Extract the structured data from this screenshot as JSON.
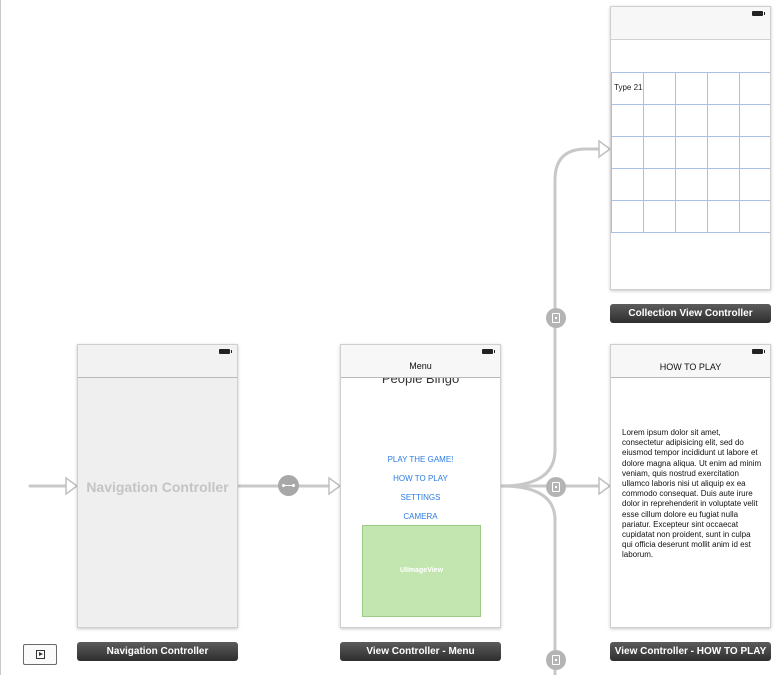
{
  "scenes": {
    "navigation": {
      "placeholder": "Navigation Controller",
      "label": "Navigation Controller"
    },
    "menu": {
      "nav_title": "Menu",
      "heading": "People Bingo",
      "buttons": [
        "PLAY THE GAME!",
        "HOW TO PLAY",
        "SETTINGS",
        "CAMERA"
      ],
      "image_view": "UIImageView",
      "label": "View Controller - Menu"
    },
    "collection": {
      "cell_text": "Type 21",
      "label": "Collection View Controller"
    },
    "howto": {
      "nav_title": "HOW TO PLAY",
      "body": "Lorem ipsum dolor sit amet, consectetur adipisicing elit, sed do eiusmod tempor incididunt ut labore et dolore magna aliqua. Ut enim ad minim veniam, quis nostrud exercitation ullamco laboris nisi ut aliquip ex ea commodo consequat. Duis aute irure dolor in reprehenderit in voluptate velit esse cillum dolore eu fugiat nulla pariatur. Excepteur sint occaecat cupidatat non proident, sunt in culpa qui officia deserunt mollit anim id est laborum.",
      "label": "View Controller - HOW TO PLAY"
    }
  },
  "icons": {
    "root_segue": "relationship-segue-icon",
    "push_segue": "push-segue-icon",
    "play": "simulate-play-icon",
    "battery": "battery-icon"
  },
  "colors": {
    "segue_line": "#c8c8c8",
    "button_text": "#2b7be4",
    "image_view_fill": "#c3e5b0",
    "grid_line": "#a9bfe4"
  }
}
